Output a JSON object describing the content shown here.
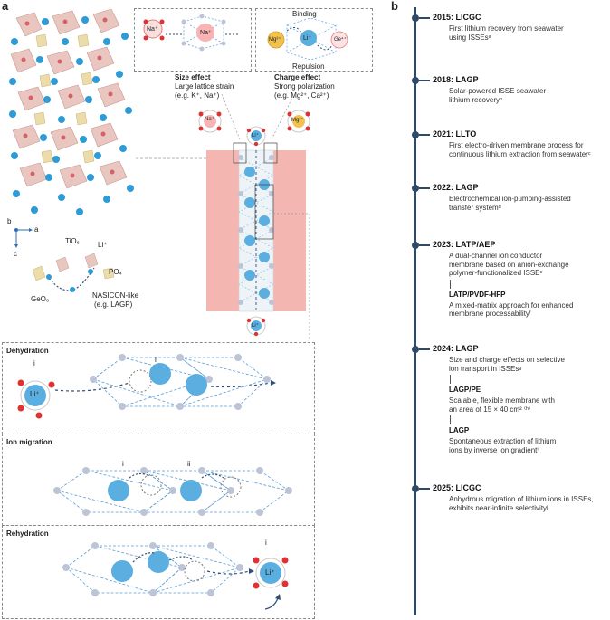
{
  "panel_a": {
    "label": "a",
    "axes": {
      "b": "b",
      "a": "a",
      "c": "c"
    },
    "structure_labels": {
      "tio6": "TiO₆",
      "li": "Li⁺",
      "po4": "PO₄",
      "geo6": "GeO₆",
      "nasicon": "NASICON-like",
      "nasicon_eg": "(e.g. LAGP)"
    },
    "size_effect": {
      "title": "Size effect",
      "line1": "Large lattice strain",
      "line2": "(e.g. K⁺, Na⁺)",
      "ion": "Na⁺"
    },
    "charge_effect": {
      "title": "Charge effect",
      "line1": "Strong polarization",
      "line2": "(e.g. Mg²⁺, Ca²⁺)",
      "binding": "Binding",
      "repulsion": "Repulsion",
      "mg": "Mg²⁺",
      "li": "Li⁺",
      "ge": "Ge⁴⁺"
    },
    "channel_ions": {
      "na": "Na⁺",
      "mg": "Mg²⁺",
      "li_top": "Li⁺",
      "li_bottom": "Li⁺"
    },
    "dehydration": {
      "title": "Dehydration",
      "i": "i",
      "ii": "ii",
      "ion": "Li⁺"
    },
    "ion_migration": {
      "title": "Ion migration",
      "i": "i",
      "ii": "ii"
    },
    "rehydration": {
      "title": "Rehydration",
      "i": "i",
      "ion": "Li⁺"
    }
  },
  "panel_b": {
    "label": "b",
    "entries": [
      {
        "year": "2015:",
        "material": "LICGC",
        "desc": [
          "First lithium recovery from seawater",
          "using ISSEsᵃ"
        ]
      },
      {
        "year": "2018:",
        "material": "LAGP",
        "desc": [
          "Solar-powered ISSE seawater",
          "lithium recoveryᵇ"
        ]
      },
      {
        "year": "2021:",
        "material": "LLTO",
        "desc": [
          "First electro-driven membrane process for",
          "continuous lithium extraction from seawaterᶜ"
        ]
      },
      {
        "year": "2022:",
        "material": "LAGP",
        "desc": [
          "Electrochemical ion-pumping-assisted",
          "transfer systemᵈ"
        ]
      },
      {
        "year": "2023:",
        "material": "LATP/AEP",
        "desc": [
          "A dual-channel ion conductor",
          "membrane based on anion-exchange",
          "polymer-functionalized ISSEᵉ"
        ],
        "sub": {
          "material": "LATP/PVDF-HFP",
          "desc": [
            "A mixed-matrix approach for enhanced",
            "membrane processabilityᶠ"
          ]
        }
      },
      {
        "year": "2024:",
        "material": "LAGP",
        "desc": [
          "Size and charge effects on selective",
          "ion transport in ISSEsᵍ"
        ],
        "sub": {
          "material": "LAGP/PE",
          "desc": [
            "Scalable, flexible membrane with",
            "an area of 15 × 40 cm² ⁽ʰ⁾"
          ]
        },
        "sub2": {
          "material": "LAGP",
          "desc": [
            "Spontaneous extraction of lithium",
            "ions by inverse ion gradientⁱ"
          ]
        }
      },
      {
        "year": "2025:",
        "material": "LICGC",
        "desc": [
          "Anhydrous migration of lithium ions in ISSEs,",
          "exhibits near-infinite selectivityʲ"
        ]
      }
    ]
  },
  "colors": {
    "li_blue": "#5aaee0",
    "na_pink": "#f08a8a",
    "mg_yellow": "#f2c14e",
    "membrane": "#f4b6b0",
    "timeline": "#2f4a66",
    "lattice": "#3a8fd0"
  }
}
